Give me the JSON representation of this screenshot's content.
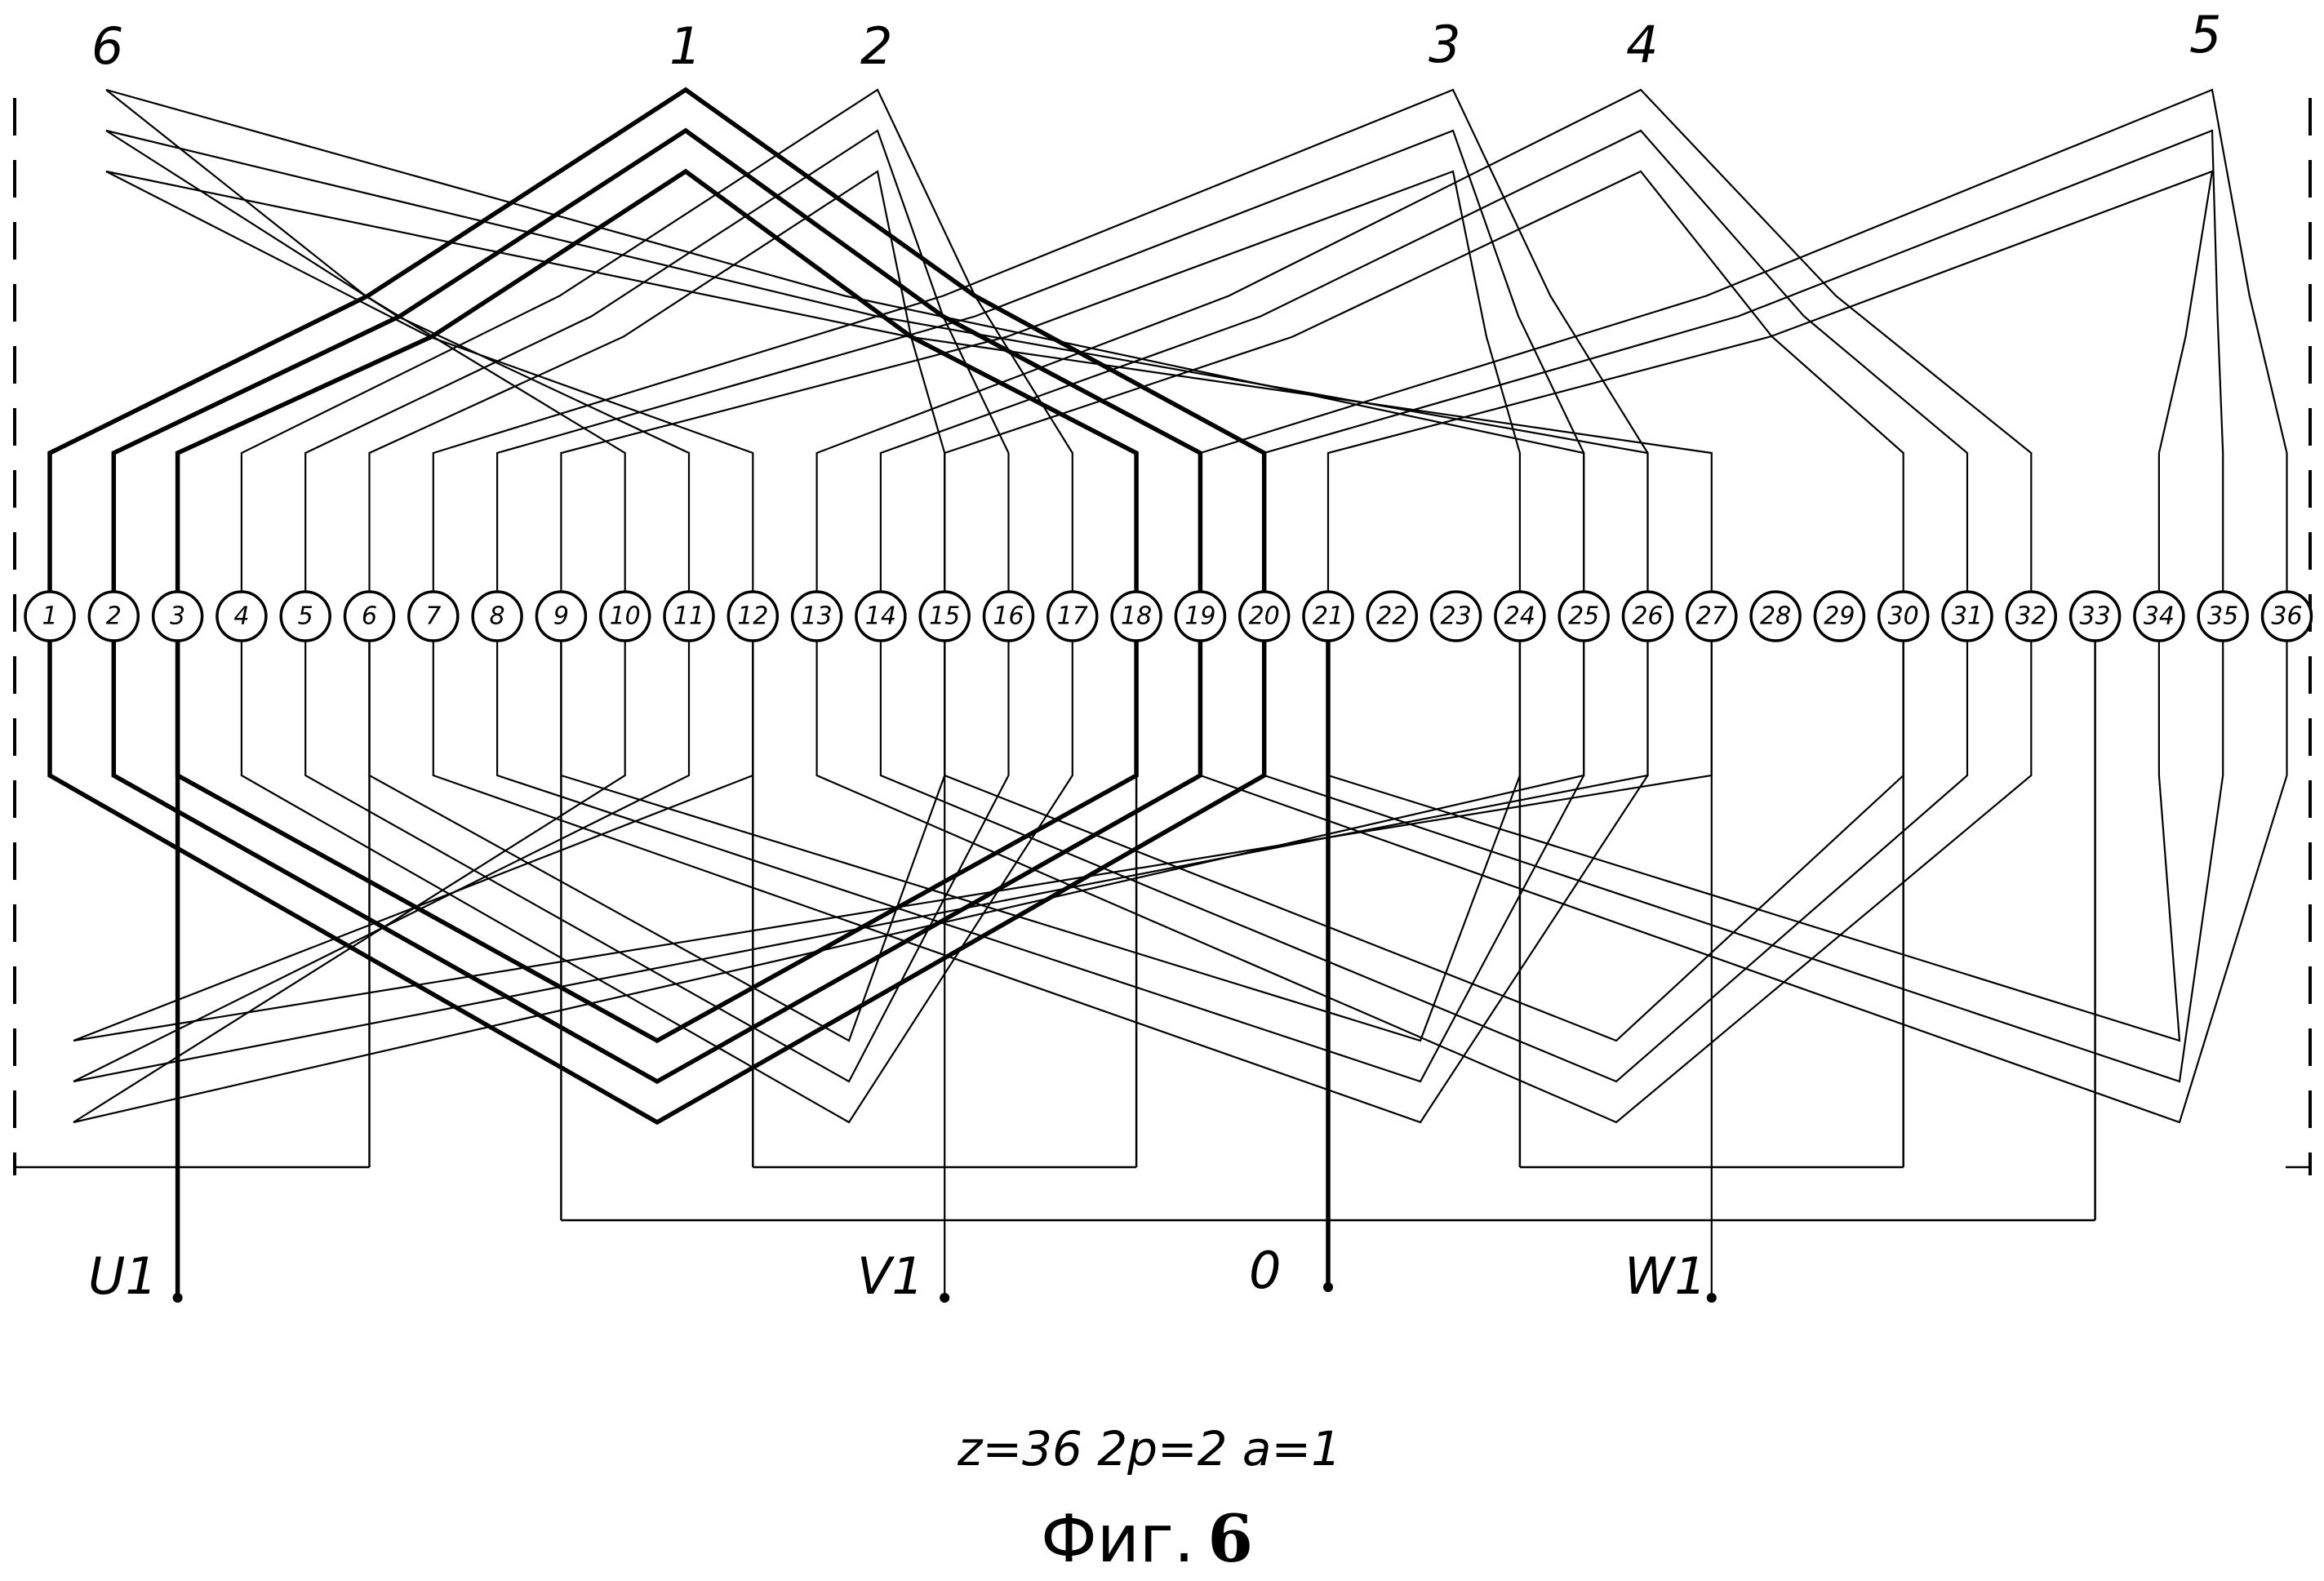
{
  "diagram": {
    "slot_labels": [
      "1",
      "2",
      "3",
      "4",
      "5",
      "6",
      "7",
      "8",
      "9",
      "10",
      "11",
      "12",
      "13",
      "14",
      "15",
      "16",
      "17",
      "18",
      "19",
      "20",
      "21",
      "22",
      "23",
      "24",
      "25",
      "26",
      "27",
      "28",
      "29",
      "30",
      "31",
      "32",
      "33",
      "34",
      "35",
      "36"
    ],
    "group_labels": [
      "6",
      "1",
      "2",
      "3",
      "4",
      "5"
    ],
    "terminal_labels": [
      "U1",
      "V1",
      "0",
      "W1"
    ],
    "parameters": "z=36  2p=2  a=1",
    "figure_prefix": "Фиг.",
    "figure_number": "6"
  }
}
